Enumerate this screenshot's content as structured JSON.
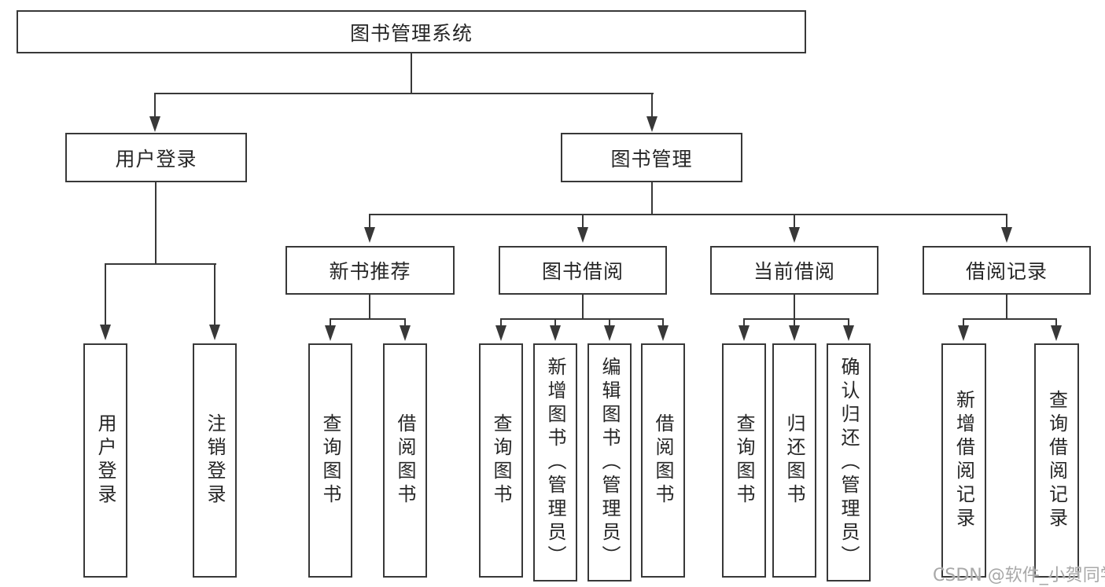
{
  "colors": {
    "background": "#ffffff",
    "line": "#383838",
    "box_border": "#383838",
    "text": "#262626",
    "watermark": "#a8a8a8"
  },
  "tree": {
    "root": {
      "label": "图书管理系统"
    },
    "level2": [
      {
        "label": "用户登录",
        "children": [
          {
            "label": "用户登录"
          },
          {
            "label": "注销登录"
          }
        ]
      },
      {
        "label": "图书管理",
        "children": [
          {
            "label": "新书推荐",
            "children": [
              {
                "label": "查询图书"
              },
              {
                "label": "借阅图书"
              }
            ]
          },
          {
            "label": "图书借阅",
            "children": [
              {
                "label": "查询图书"
              },
              {
                "label": "新增图书（管理员）"
              },
              {
                "label": "编辑图书（管理员）"
              },
              {
                "label": "借阅图书"
              }
            ]
          },
          {
            "label": "当前借阅",
            "children": [
              {
                "label": "查询图书"
              },
              {
                "label": "归还图书"
              },
              {
                "label": "确认归还（管理员）"
              }
            ]
          },
          {
            "label": "借阅记录",
            "children": [
              {
                "label": "新增借阅记录"
              },
              {
                "label": "查询借阅记录"
              }
            ]
          }
        ]
      }
    ]
  },
  "watermark": {
    "text": "CSDN @软件_小贺同学"
  }
}
